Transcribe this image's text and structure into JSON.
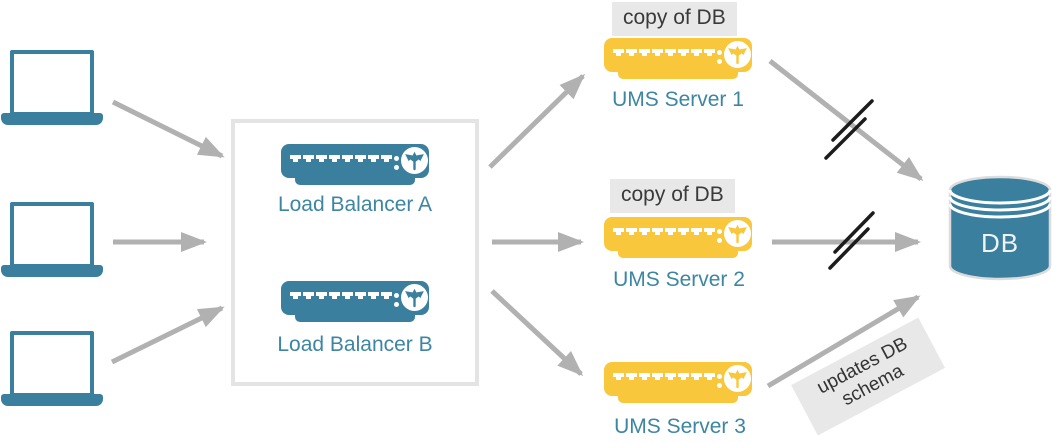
{
  "diagram": {
    "clients": [
      {
        "name": "client-laptop-1"
      },
      {
        "name": "client-laptop-2"
      },
      {
        "name": "client-laptop-3"
      }
    ],
    "load_balancers": [
      {
        "label": "Load Balancer A"
      },
      {
        "label": "Load Balancer B"
      }
    ],
    "ums_servers": [
      {
        "label": "UMS Server 1",
        "tag": "copy of DB"
      },
      {
        "label": "UMS Server 2",
        "tag": "copy of DB"
      },
      {
        "label": "UMS Server 3"
      }
    ],
    "database": {
      "label": "DB"
    },
    "notes": {
      "schema": "updates DB schema"
    },
    "colors": {
      "teal": "#3A7F9E",
      "teal_text": "#3C86A4",
      "yellow": "#F9C73C",
      "arrow": "#B1B1B1",
      "tag_bg": "#E8E8E8",
      "tag_text": "#3A3A3A",
      "group_border": "#E4E4E4",
      "break_mark": "#1C1C1C"
    }
  }
}
